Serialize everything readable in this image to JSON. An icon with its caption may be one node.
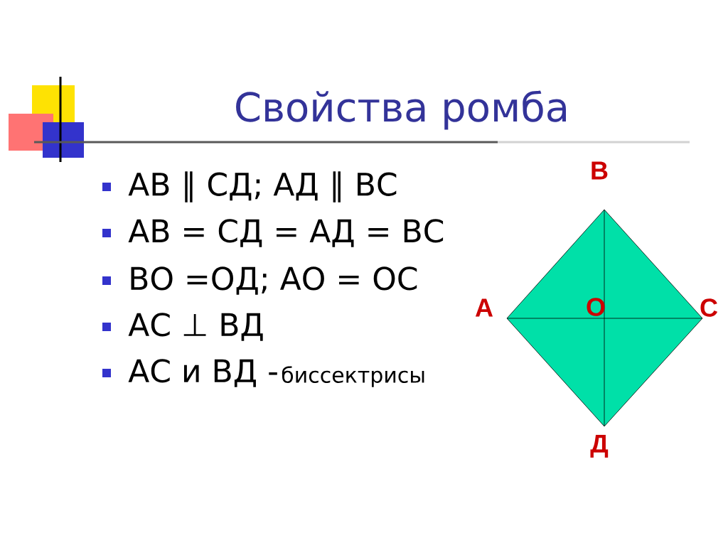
{
  "diagram": {
    "title": "Свойства ромба",
    "labels": [
      "АВ ∥ СД; АД ∥ ВС",
      "АВ = СД = АД = ВС",
      "ВО =ОД; АО = ОС",
      "АС ⊥ ВД",
      "АС и ВД -",
      "биссектрисы",
      "В",
      "А",
      "О",
      "С",
      "Д"
    ]
  }
}
